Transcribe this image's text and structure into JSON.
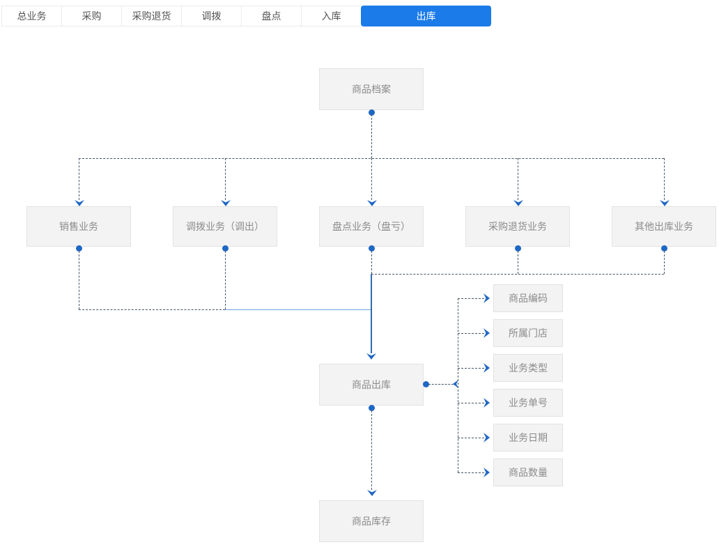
{
  "tab_bar": {
    "tabs": [
      {
        "label": "总业务",
        "active": false
      },
      {
        "label": "采购",
        "active": false
      },
      {
        "label": "采购退货",
        "active": false
      },
      {
        "label": "调拨",
        "active": false
      },
      {
        "label": "盘点",
        "active": false
      },
      {
        "label": "入库",
        "active": false
      },
      {
        "label": "出库",
        "active": true
      }
    ]
  },
  "diagram": {
    "root_node": "商品档案",
    "source_nodes": [
      "销售业务",
      "调拨业务（调出）",
      "盘点业务（盘亏）",
      "采购退货业务",
      "其他出库业务"
    ],
    "center_node": "商品出库",
    "attribute_nodes": [
      "商品编码",
      "所属门店",
      "业务类型",
      "业务单号",
      "业务日期",
      "商品数量"
    ],
    "bottom_node": "商品库存"
  },
  "colors": {
    "active_tab": "#1b7ce9",
    "connector_dash": "#445566",
    "connector_solid": "#2e6cb2",
    "endpoint_blue": "#1f67c4",
    "node_bg": "#f3f3f3",
    "node_border": "#e2e2e2"
  }
}
